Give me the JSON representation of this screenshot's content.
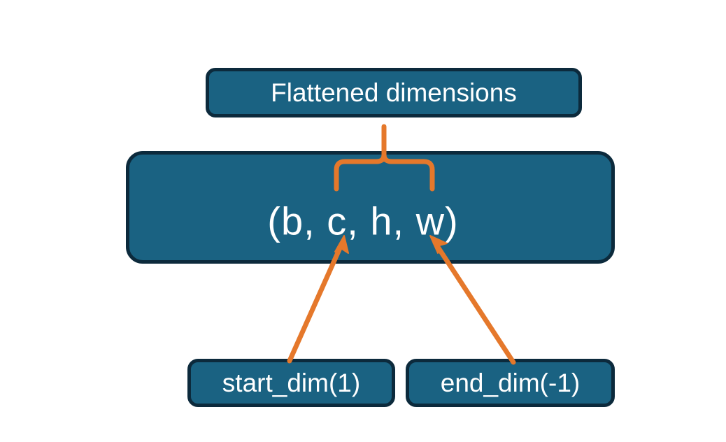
{
  "diagram": {
    "title_box": {
      "label": "Flattened dimensions"
    },
    "tensor_box": {
      "label": "(b, c, h, w)"
    },
    "param_boxes": [
      {
        "label": "start_dim(1)"
      },
      {
        "label": "end_dim(-1)"
      }
    ],
    "annotations": {
      "brace_name": "curly-brace-connector",
      "arrow_left_name": "arrow-start-dim",
      "arrow_right_name": "arrow-end-dim"
    },
    "colors": {
      "box_fill": "#1A6282",
      "box_border": "#0C2A3C",
      "accent": "#E5782B",
      "text": "#FFFFFF",
      "background": "#FFFFFF"
    }
  }
}
